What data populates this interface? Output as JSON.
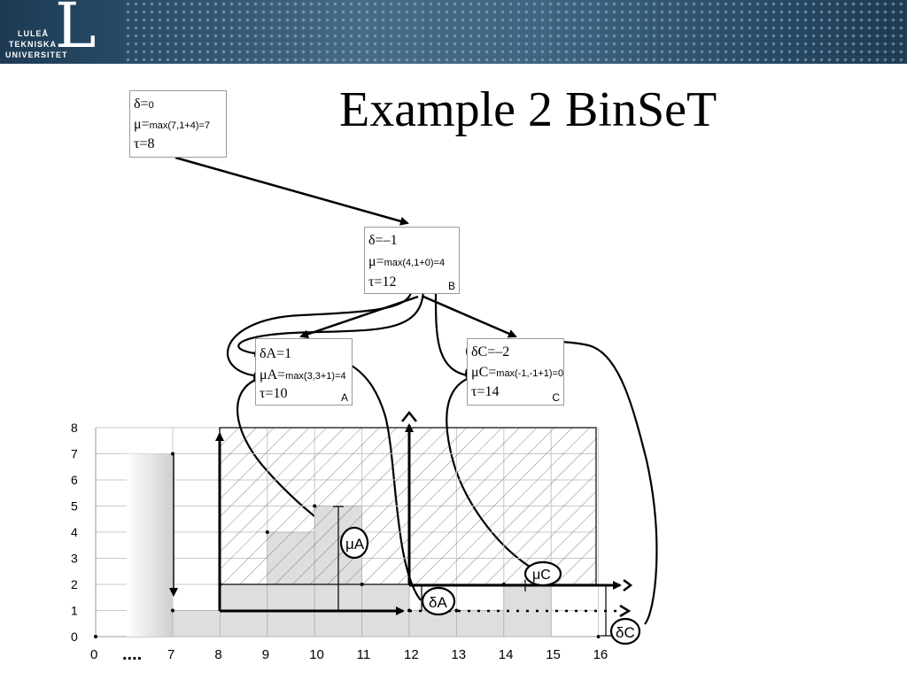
{
  "header": {
    "logo_line1": "LULEÅ",
    "logo_line2": "TEKNISKA",
    "logo_line3": "UNIVERSITET",
    "logo_letter": "L"
  },
  "title": "Example 2 BinSeT",
  "nodes": {
    "root": {
      "delta_label": "δ=",
      "delta_value": "0",
      "mu_label": "μ=",
      "mu_value": "max(7,1+4)=7",
      "tau": "τ=8"
    },
    "b": {
      "delta": "δ=–1",
      "mu_label": "μ=",
      "mu_value": "max(4,1+0)=4",
      "tau": "τ=12",
      "id": "B"
    },
    "a": {
      "delta": "δA=1",
      "mu_label": "μA=",
      "mu_value": "max(3,3+1)=4",
      "tau": "τ=10",
      "id": "A"
    },
    "c": {
      "delta": "δC=–2",
      "mu_label": "μC=",
      "mu_value": "max(-1,-1+1)=0",
      "tau": "τ=14",
      "id": "C"
    }
  },
  "chart_data": {
    "type": "step",
    "x_ticks": [
      "0",
      "7",
      "8",
      "9",
      "10",
      "11",
      "12",
      "13",
      "14",
      "15",
      "16"
    ],
    "x_break": "....",
    "y_ticks": [
      "0",
      "1",
      "2",
      "3",
      "4",
      "5",
      "6",
      "7",
      "8"
    ],
    "ylim": [
      0,
      8
    ],
    "grid": true,
    "profile": [
      {
        "x": [
          7,
          8
        ],
        "y": 1
      },
      {
        "x": [
          8,
          9
        ],
        "y": 2
      },
      {
        "x": [
          9,
          10
        ],
        "y": 4
      },
      {
        "x": [
          10,
          11
        ],
        "y": 5
      },
      {
        "x": [
          11,
          12
        ],
        "y": 2
      },
      {
        "x": [
          12,
          13
        ],
        "y": 1
      },
      {
        "x": [
          13,
          14
        ],
        "y": 1
      },
      {
        "x": [
          14,
          15
        ],
        "y": 2
      }
    ],
    "annotations": {
      "mu_a": "μA",
      "delta_a": "δA",
      "mu_c": "μC",
      "delta_c": "δC"
    }
  }
}
